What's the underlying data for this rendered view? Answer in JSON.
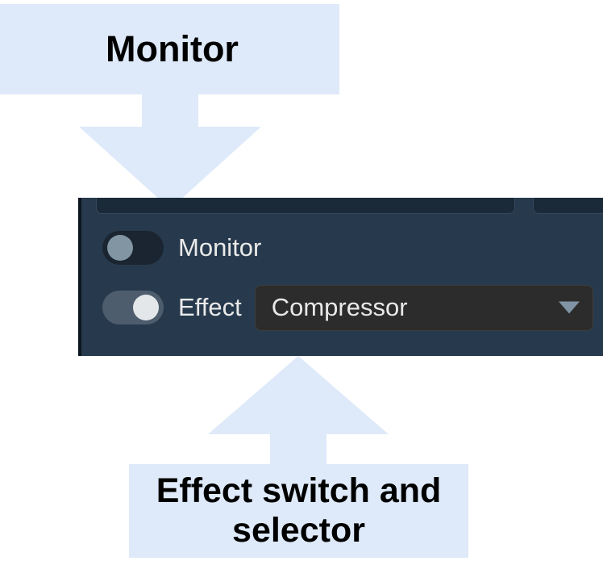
{
  "annotations": {
    "top": {
      "label": "Monitor",
      "arrow": "arrow-down-icon",
      "color": "#deeaf9"
    },
    "bottom": {
      "label": "Effect switch and selector",
      "arrow": "arrow-up-icon",
      "color": "#deeaf9"
    }
  },
  "panel": {
    "background": "#273a4d",
    "rows": [
      {
        "label": "Monitor",
        "toggle_state": "off"
      },
      {
        "label": "Effect",
        "toggle_state": "on"
      }
    ],
    "effect_select": {
      "value": "Compressor",
      "chevron": "chevron-down-icon"
    }
  }
}
